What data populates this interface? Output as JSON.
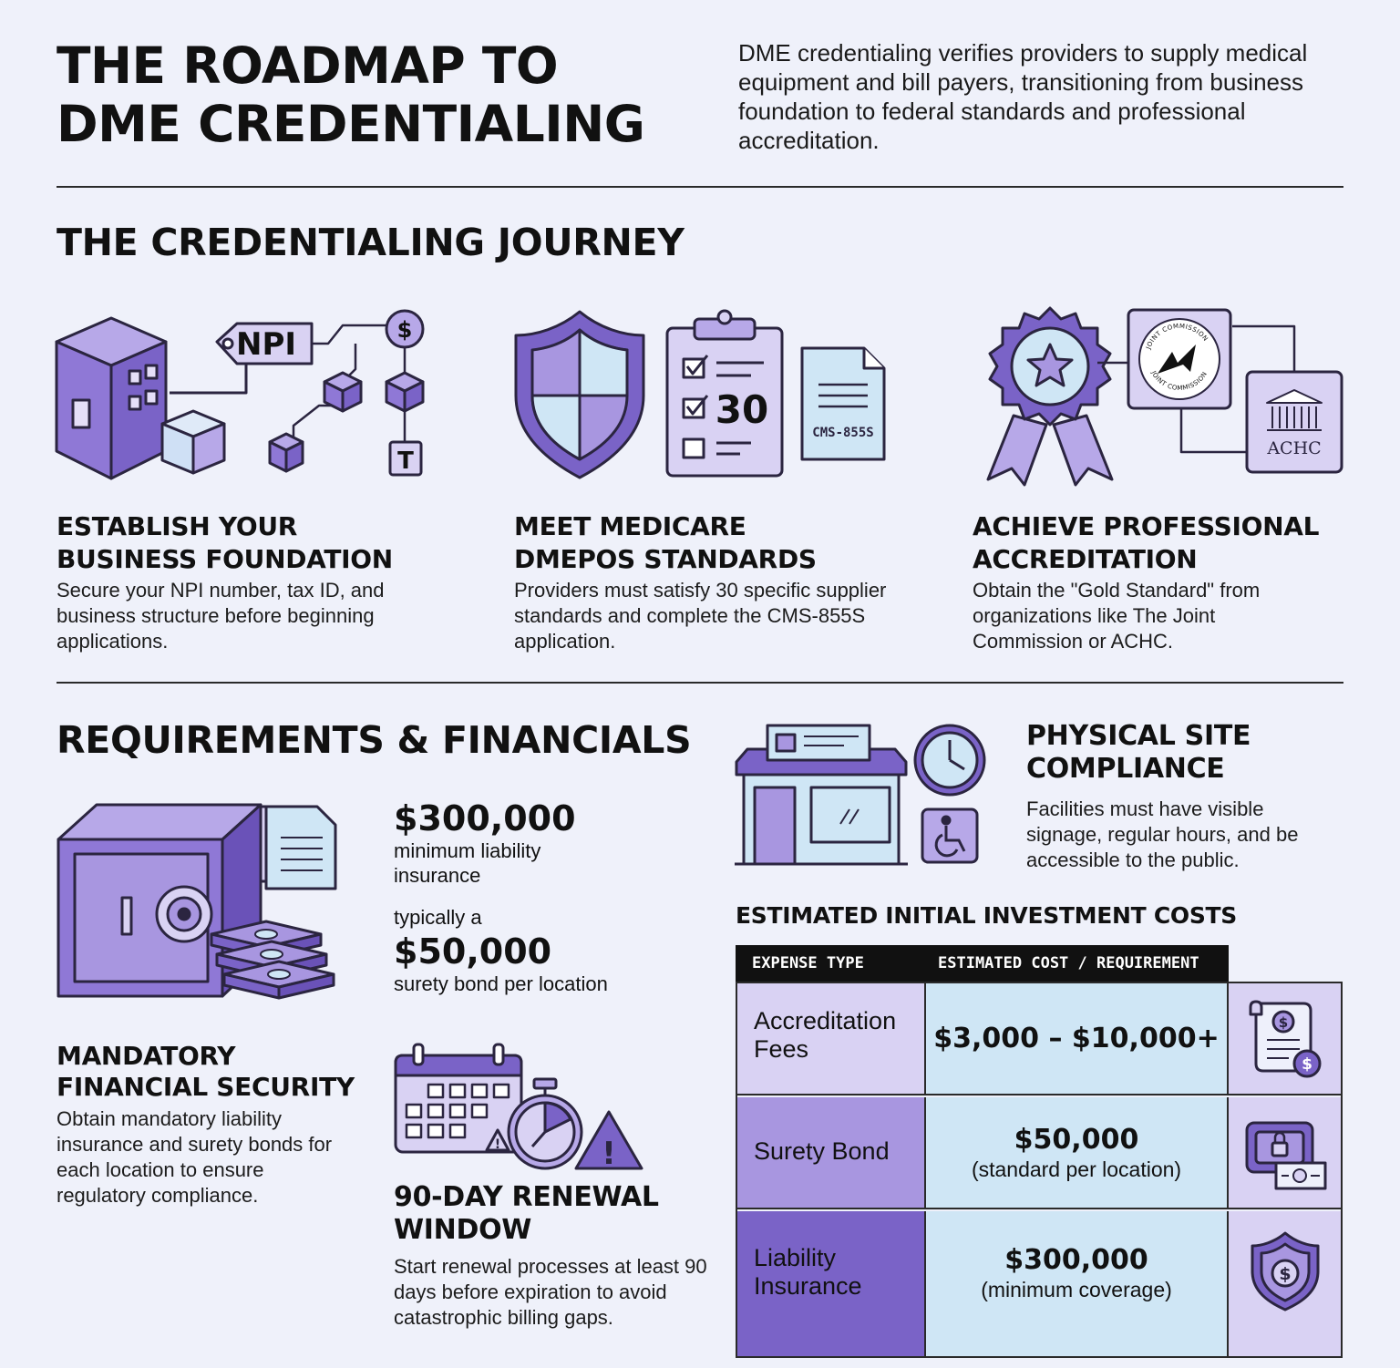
{
  "header": {
    "title_line1": "THE ROADMAP TO",
    "title_line2": "DME CREDENTIALING",
    "intro": "DME credentialing verifies providers to supply medical equipment and bill payers, transitioning from business foundation to federal standards and professional accreditation."
  },
  "journey": {
    "heading": "THE CREDENTIALING JOURNEY",
    "steps": [
      {
        "title_line1": "ESTABLISH YOUR",
        "title_line2": "BUSINESS FOUNDATION",
        "text": "Secure your NPI number, tax ID, and business structure before beginning applications.",
        "icon_labels": {
          "tag": "NPI",
          "dollar": "$",
          "t": "T"
        }
      },
      {
        "title_line1": "MEET MEDICARE",
        "title_line2": "DMEPOS STANDARDS",
        "text": "Providers must satisfy 30 specific supplier standards and complete the CMS-855S application.",
        "icon_labels": {
          "count": "30",
          "form": "CMS-855S"
        }
      },
      {
        "title_line1": "ACHIEVE PROFESSIONAL",
        "title_line2": "ACCREDITATION",
        "text": "Obtain the \"Gold Standard\" from organizations like The Joint Commission or ACHC.",
        "icon_labels": {
          "achc": "ACHC",
          "seal_top": "JOINT COMMISSION",
          "seal_bottom": "JOINT COMMISSION"
        }
      }
    ]
  },
  "requirements": {
    "heading": "REQUIREMENTS & FINANCIALS",
    "liability_amount": "$300,000",
    "liability_caption_1": "minimum liability",
    "liability_caption_2": "insurance",
    "bond_prefix": "typically a",
    "bond_amount": "$50,000",
    "bond_caption": "surety bond per location",
    "security_title_1": "MANDATORY",
    "security_title_2": "FINANCIAL SECURITY",
    "security_text": "Obtain mandatory liability insurance and surety bonds for each location to ensure regulatory compliance.",
    "renewal_title_1": "90-DAY RENEWAL",
    "renewal_title_2": "WINDOW",
    "renewal_text": "Start renewal processes at least 90 days before expiration to avoid catastrophic billing gaps."
  },
  "site": {
    "title_1": "PHYSICAL SITE",
    "title_2": "COMPLIANCE",
    "text": "Facilities must have visible signage, regular hours, and be accessible to the public."
  },
  "costs": {
    "heading": "ESTIMATED INITIAL INVESTMENT COSTS",
    "col_type": "EXPENSE TYPE",
    "col_cost": "ESTIMATED COST / REQUIREMENT",
    "rows": [
      {
        "type_1": "Accreditation",
        "type_2": "Fees",
        "cost": "$3,000 – $10,000+",
        "note": "",
        "icon": "invoice-dollar-icon"
      },
      {
        "type_1": "Surety Bond",
        "type_2": "",
        "cost": "$50,000",
        "note": "(standard per location)",
        "icon": "lockbox-cash-icon"
      },
      {
        "type_1": "Liability",
        "type_2": "Insurance",
        "cost": "$300,000",
        "note": "(minimum coverage)",
        "icon": "shield-dollar-icon"
      }
    ]
  },
  "colors": {
    "background": "#eff1fa",
    "purple_dark": "#7a63c7",
    "purple_mid": "#a896e0",
    "purple_light": "#d9d2f3",
    "blue_light": "#cfe6f5",
    "ink": "#2b2540"
  }
}
